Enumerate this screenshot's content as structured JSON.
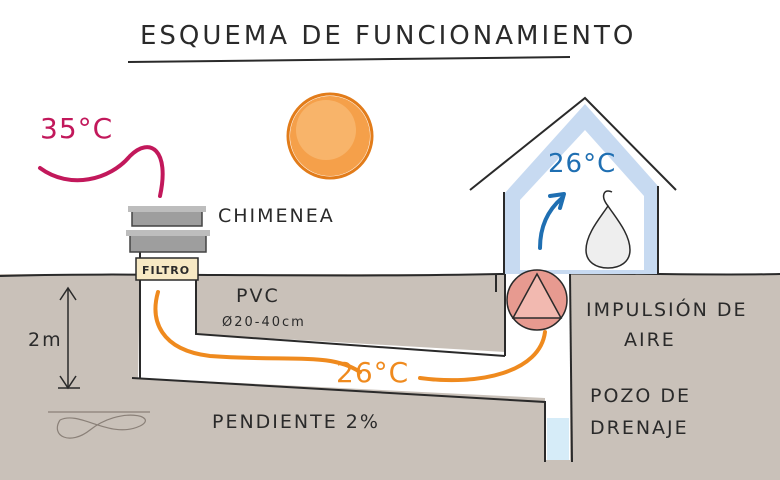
{
  "title": "ESQUEMA DE FUNCIONAMIENTO",
  "labels": {
    "outside_temp": "35°C",
    "inside_temp": "26°C",
    "pipe_temp": "26°C",
    "chimney": "CHIMENEA",
    "filter": "FILTRO",
    "pvc": "PVC",
    "pvc_diameter": "Ø20-40cm",
    "depth": "2m",
    "slope": "PENDIENTE 2%",
    "impulsion_line1": "IMPULSIÓN DE",
    "impulsion_line2": "AIRE",
    "drain_line1": "POZO DE",
    "drain_line2": "DRENAJE"
  },
  "colors": {
    "ground": "#c9c1b9",
    "sun": "#f5a04a",
    "pipe_flow": "#ef8a1e",
    "hot_air": "#c2185b",
    "cool_air": "#1f6fb2",
    "house_fill": "#c7daf1",
    "fan": "#e79a90"
  },
  "icons": {
    "sun": "sun-icon",
    "fan": "fan-triangle-icon",
    "drop": "water-drop-icon",
    "arrow": "up-arrow-icon"
  }
}
